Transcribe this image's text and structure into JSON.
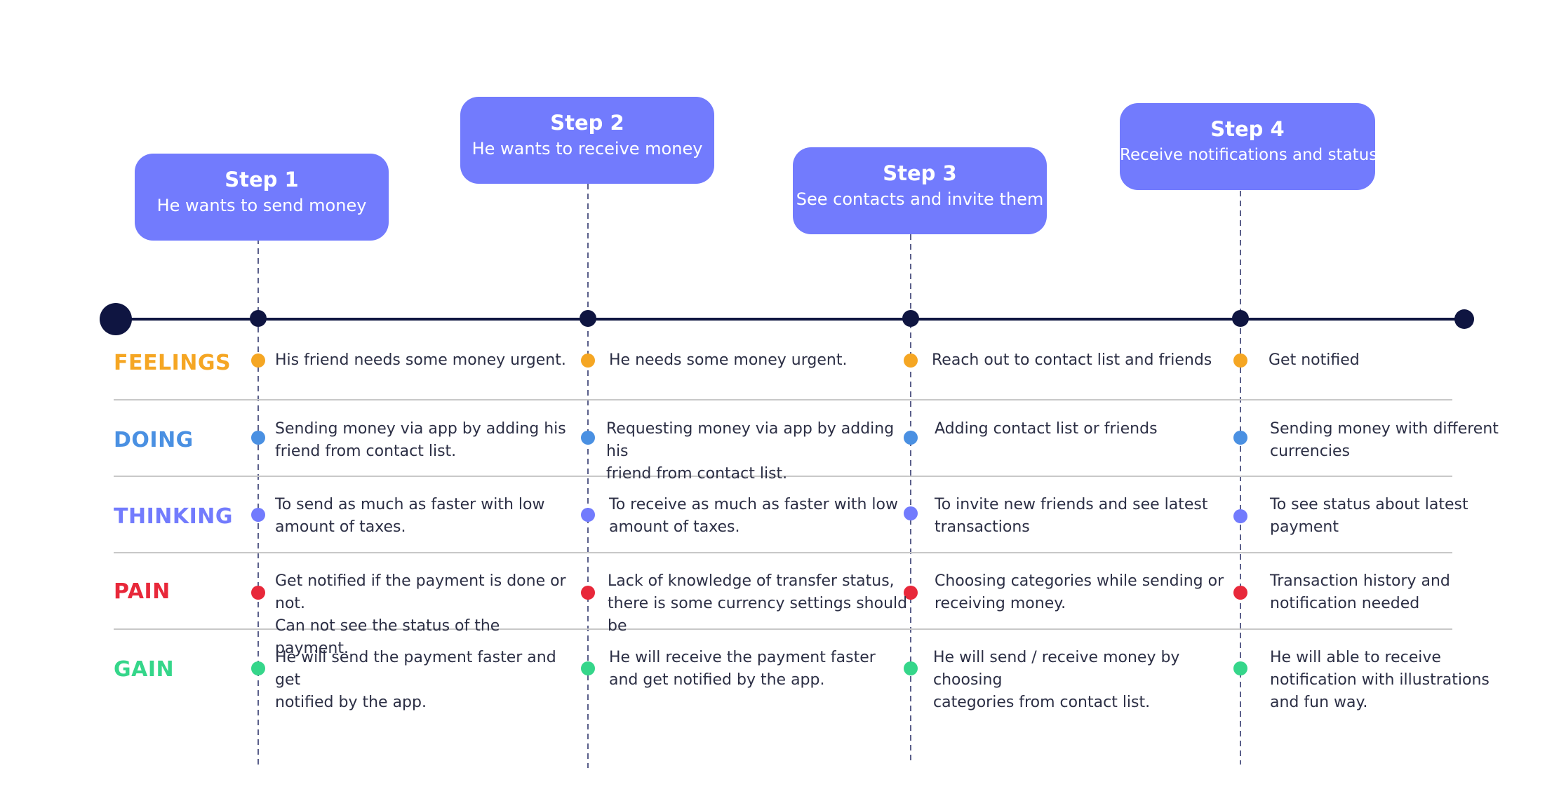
{
  "steps": [
    {
      "title": "Step 1",
      "subtitle": "He wants to send money"
    },
    {
      "title": "Step 2",
      "subtitle": "He wants to receive money"
    },
    {
      "title": "Step 3",
      "subtitle": "See contacts and invite them"
    },
    {
      "title": "Step 4",
      "subtitle": "Receive notifications and status"
    }
  ],
  "rows": [
    {
      "label": "FEELINGS",
      "color": "#f5a623",
      "cells": [
        "His friend needs some money urgent.",
        "He needs some money urgent.",
        "Reach out to contact list and friends",
        "Get notified"
      ]
    },
    {
      "label": "DOING",
      "color": "#4a90e2",
      "cells": [
        "Sending money via app by adding his\nfriend from contact list.",
        "Requesting money via app by adding his\nfriend from contact list.",
        "Adding contact list or friends",
        "Sending money with different\ncurrencies"
      ]
    },
    {
      "label": "THINKING",
      "color": "#727bfd",
      "cells": [
        "To send as much as faster with low\namount of taxes.",
        "To receive as much as faster with low\namount of taxes.",
        "To invite new friends and see latest\ntransactions",
        "To see status about latest\npayment"
      ]
    },
    {
      "label": "PAIN",
      "color": "#e8283a",
      "cells": [
        "Get notified if the payment is done or not.\nCan not see the status of the payment.",
        "Lack of knowledge of transfer status,\nthere is some currency settings should be",
        "Choosing categories while sending or\nreceiving money.",
        "Transaction history and\nnotification needed"
      ]
    },
    {
      "label": "GAIN",
      "color": "#35d68a",
      "cells": [
        "He will send the payment faster and get\nnotified by the app.",
        "He will receive the payment faster\nand get notified by the app.",
        "He will send / receive money by choosing\ncategories from contact list.",
        "He will able to receive\nnotification with illustrations\nand fun way."
      ]
    }
  ],
  "colors": {
    "accent": "#727bfd",
    "timeline": "#0f1541",
    "divider": "#c8c8c8",
    "dashed": "#5a5f8a"
  }
}
